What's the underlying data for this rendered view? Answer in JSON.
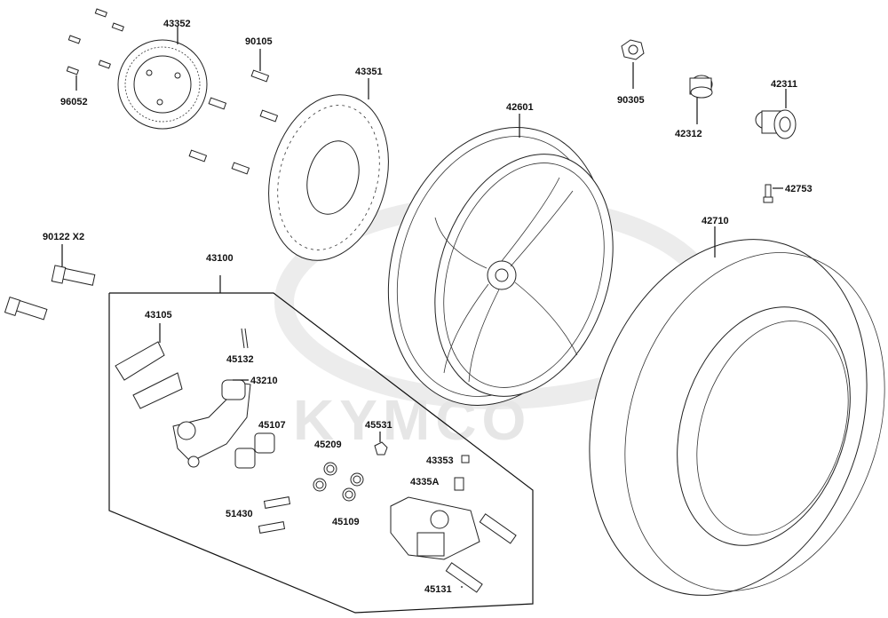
{
  "watermark": "KYMCO",
  "labels": {
    "p43352": "43352",
    "p90105": "90105",
    "p96052": "96052",
    "p43351": "43351",
    "p42601": "42601",
    "p90305": "90305",
    "p42312": "42312",
    "p42311": "42311",
    "p42753": "42753",
    "p42710": "42710",
    "p90122": "90122  X2",
    "p43100": "43100",
    "p43105": "43105",
    "p45132": "45132",
    "p43210": "43210",
    "p45107": "45107",
    "p45209": "45209",
    "p45531": "45531",
    "p43353": "43353",
    "p4335A": "4335A",
    "p51430": "51430",
    "p45109": "45109",
    "p45131": "45131"
  }
}
